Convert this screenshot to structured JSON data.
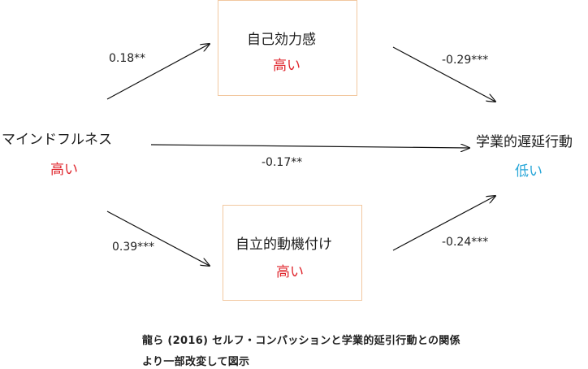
{
  "mediators": {
    "self_efficacy": {
      "label": "自己効力感",
      "level": "高い"
    },
    "autonomous_motivation": {
      "label": "自立的動機付け",
      "level": "高い"
    }
  },
  "predictor": {
    "label": "マインドフルネス",
    "level": "高い"
  },
  "outcome": {
    "label": "学業的遅延行動",
    "level": "低い"
  },
  "paths": {
    "mindfulness_to_self_efficacy": "0.18**",
    "self_efficacy_to_procrastination": "-0.29***",
    "mindfulness_to_procrastination": "-0.17**",
    "mindfulness_to_autonomous": "0.39***",
    "autonomous_to_procrastination": "-0.24***"
  },
  "caption": {
    "line1": "龍ら (2016) セルフ・コンパッションと学業的延引行動との関係",
    "line2": "より一部改変して図示"
  },
  "colors": {
    "high": "#e0282f",
    "low": "#27a6d8",
    "box_border": "#f2c8a0"
  }
}
